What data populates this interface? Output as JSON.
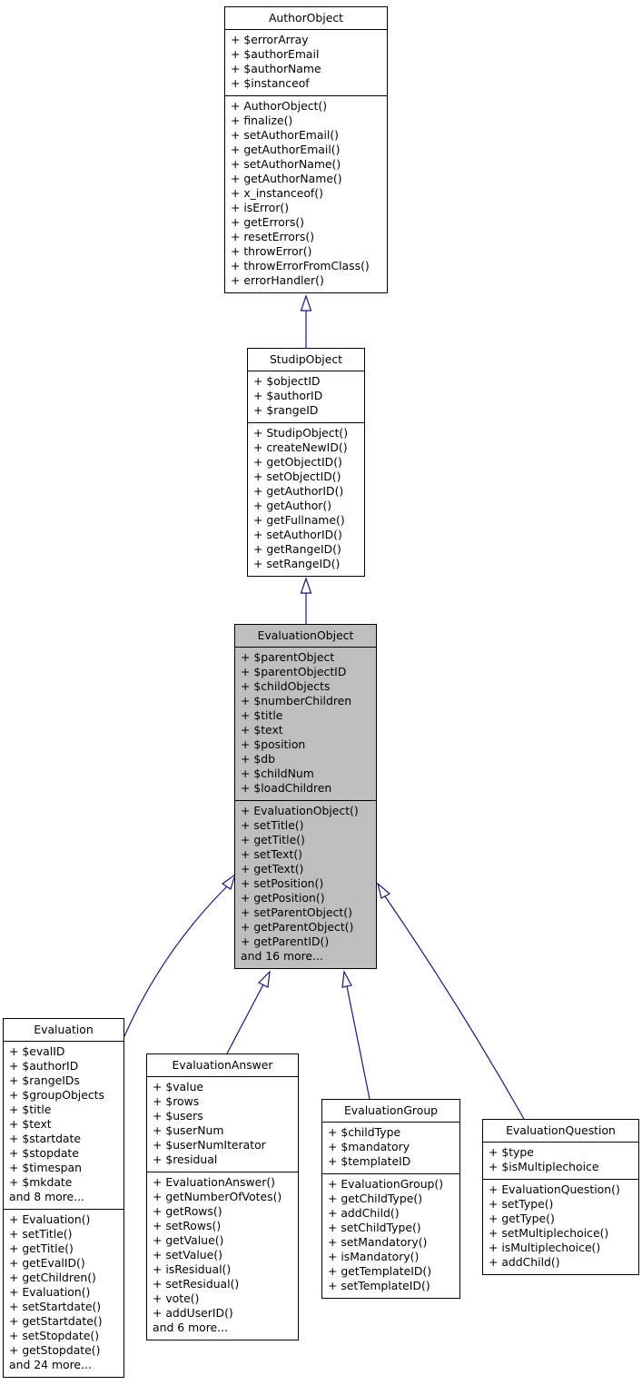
{
  "diagram": {
    "type": "uml-class-inheritance-diagram",
    "colors": {
      "background": "#ffffff",
      "node_fill": "#ffffff",
      "highlight_node_fill": "#bebebe",
      "node_border": "#000000",
      "edge": "#191970"
    },
    "classes": [
      {
        "name": "AuthorObject",
        "highlighted": false,
        "attributes": [
          "+ $errorArray",
          "+ $authorEmail",
          "+ $authorName",
          "+ $instanceof"
        ],
        "methods": [
          "+ AuthorObject()",
          "+ finalize()",
          "+ setAuthorEmail()",
          "+ getAuthorEmail()",
          "+ setAuthorName()",
          "+ getAuthorName()",
          "+ x_instanceof()",
          "+ isError()",
          "+ getErrors()",
          "+ resetErrors()",
          "+ throwError()",
          "+ throwErrorFromClass()",
          "+ errorHandler()"
        ]
      },
      {
        "name": "StudipObject",
        "highlighted": false,
        "attributes": [
          "+ $objectID",
          "+ $authorID",
          "+ $rangeID"
        ],
        "methods": [
          "+ StudipObject()",
          "+ createNewID()",
          "+ getObjectID()",
          "+ setObjectID()",
          "+ getAuthorID()",
          "+ getAuthor()",
          "+ getFullname()",
          "+ setAuthorID()",
          "+ getRangeID()",
          "+ setRangeID()"
        ]
      },
      {
        "name": "EvaluationObject",
        "highlighted": true,
        "attributes": [
          "+ $parentObject",
          "+ $parentObjectID",
          "+ $childObjects",
          "+ $numberChildren",
          "+ $title",
          "+ $text",
          "+ $position",
          "+ $db",
          "+ $childNum",
          "+ $loadChildren"
        ],
        "methods": [
          "+ EvaluationObject()",
          "+ setTitle()",
          "+ getTitle()",
          "+ setText()",
          "+ getText()",
          "+ setPosition()",
          "+ getPosition()",
          "+ setParentObject()",
          "+ getParentObject()",
          "+ getParentID()",
          "and 16 more..."
        ]
      },
      {
        "name": "Evaluation",
        "highlighted": false,
        "attributes": [
          "+ $evalID",
          "+ $authorID",
          "+ $rangeIDs",
          "+ $groupObjects",
          "+ $title",
          "+ $text",
          "+ $startdate",
          "+ $stopdate",
          "+ $timespan",
          "+ $mkdate",
          "and 8 more..."
        ],
        "methods": [
          "+ Evaluation()",
          "+ setTitle()",
          "+ getTitle()",
          "+ getEvalID()",
          "+ getChildren()",
          "+ Evaluation()",
          "+ setStartdate()",
          "+ getStartdate()",
          "+ setStopdate()",
          "+ getStopdate()",
          "and 24 more..."
        ]
      },
      {
        "name": "EvaluationAnswer",
        "highlighted": false,
        "attributes": [
          "+ $value",
          "+ $rows",
          "+ $users",
          "+ $userNum",
          "+ $userNumIterator",
          "+ $residual"
        ],
        "methods": [
          "+ EvaluationAnswer()",
          "+ getNumberOfVotes()",
          "+ getRows()",
          "+ setRows()",
          "+ getValue()",
          "+ setValue()",
          "+ isResidual()",
          "+ setResidual()",
          "+ vote()",
          "+ addUserID()",
          "and 6 more..."
        ]
      },
      {
        "name": "EvaluationGroup",
        "highlighted": false,
        "attributes": [
          "+ $childType",
          "+ $mandatory",
          "+ $templateID"
        ],
        "methods": [
          "+ EvaluationGroup()",
          "+ getChildType()",
          "+ addChild()",
          "+ setChildType()",
          "+ setMandatory()",
          "+ isMandatory()",
          "+ getTemplateID()",
          "+ setTemplateID()"
        ]
      },
      {
        "name": "EvaluationQuestion",
        "highlighted": false,
        "attributes": [
          "+ $type",
          "+ $isMultiplechoice"
        ],
        "methods": [
          "+ EvaluationQuestion()",
          "+ setType()",
          "+ getType()",
          "+ setMultiplechoice()",
          "+ isMultiplechoice()",
          "+ addChild()"
        ]
      }
    ],
    "relations": [
      {
        "from": "StudipObject",
        "to": "AuthorObject",
        "type": "inherits"
      },
      {
        "from": "EvaluationObject",
        "to": "StudipObject",
        "type": "inherits"
      },
      {
        "from": "Evaluation",
        "to": "EvaluationObject",
        "type": "inherits"
      },
      {
        "from": "EvaluationAnswer",
        "to": "EvaluationObject",
        "type": "inherits"
      },
      {
        "from": "EvaluationGroup",
        "to": "EvaluationObject",
        "type": "inherits"
      },
      {
        "from": "EvaluationQuestion",
        "to": "EvaluationObject",
        "type": "inherits"
      }
    ]
  }
}
